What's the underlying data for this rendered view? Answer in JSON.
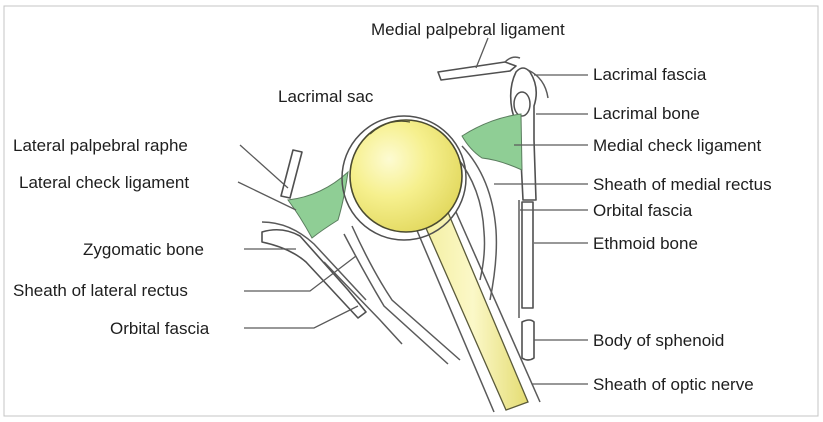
{
  "labels": {
    "medial_palpebral_ligament": "Medial palpebral ligament",
    "lacrimal_fascia": "Lacrimal fascia",
    "lacrimal_sac": "Lacrimal sac",
    "lacrimal_bone": "Lacrimal bone",
    "lateral_palpebral_raphe": "Lateral palpebral raphe",
    "medial_check_ligament": "Medial check ligament",
    "lateral_check_ligament": "Lateral check ligament",
    "sheath_of_medial_rectus": "Sheath of medial rectus",
    "orbital_fascia_right": "Orbital fascia",
    "zygomatic_bone": "Zygomatic bone",
    "ethmoid_bone": "Ethmoid bone",
    "sheath_of_lateral_rectus": "Sheath of lateral rectus",
    "orbital_fascia_left": "Orbital fascia",
    "body_of_sphenoid": "Body of sphenoid",
    "sheath_of_optic_nerve": "Sheath of optic nerve"
  },
  "colors": {
    "eyeball": "#f4ee86",
    "eyeball_highlight": "#fdfbd2",
    "optic_nerve": "#ece58a",
    "ligament": "#8fce95",
    "line": "#505050",
    "text": "#1e1e1e",
    "frame": "#b9b9b9"
  }
}
